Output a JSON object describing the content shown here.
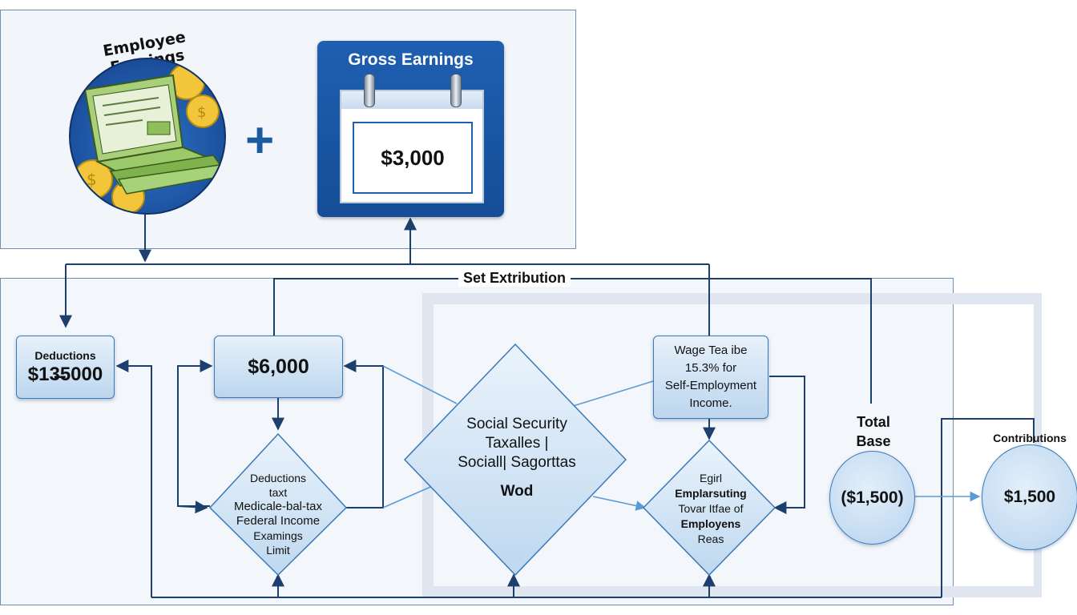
{
  "top": {
    "employee_earnings_title": "Employee Earnings",
    "plus": "+",
    "gross_earnings": {
      "title": "Gross Earnings",
      "value": "$3,000"
    }
  },
  "connector_label": "Set Extribution",
  "deductions": {
    "label": "Deductions",
    "value": "$13̶5000"
  },
  "middle_box_value": "$6,000",
  "diamond_left": {
    "lines": [
      "Deductions",
      "taxt",
      "Medicale-bal-tax",
      "Federal Income",
      "Examings",
      "Limit"
    ]
  },
  "diamond_center": {
    "lines": [
      "Social Security",
      "Taxalles |",
      "Sociall| Sagorttas",
      "Wod"
    ]
  },
  "wage_box": {
    "lines": [
      "Wage Tea ibe",
      "15.3% for",
      "Self-Employment",
      "Income."
    ]
  },
  "diamond_right": {
    "lines": [
      "Egirl",
      "Emplarsuting",
      "Tovar Itfae of",
      "Employens",
      "Reas"
    ]
  },
  "total_base": {
    "label_line1": "Total",
    "label_line2": "Base",
    "value": "($1,500)"
  },
  "contributions": {
    "label": "Contributions",
    "value": "$1,500"
  },
  "colors": {
    "line": "#1d3f6e",
    "accent_blue": "#1f5fb1",
    "node_fill": "#cfe2f4",
    "light_link": "#5b9bd5"
  }
}
